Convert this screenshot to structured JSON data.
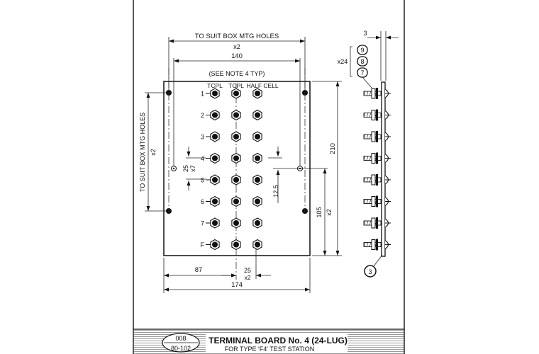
{
  "dims": {
    "top_holes_label": "TO SUIT BOX MTG HOLES",
    "top_holes_mult": "x2",
    "inner_140": "140",
    "see_note": "(SEE NOTE 4 TYP)",
    "left_holes_label": "TO SUIT BOX MTG HOLES",
    "left_holes_mult": "x2",
    "pitch_25": "25",
    "pitch_x7": "x7",
    "offset_12_5": "12.5",
    "height_210": "210",
    "height_105": "105",
    "height_105_mult": "x2",
    "bottom_87": "87",
    "bottom_25": "25",
    "bottom_25_mult": "x2",
    "width_174": "174",
    "side_3": "3",
    "side_x24": "x24"
  },
  "columns": [
    "TCPL",
    "TCPL",
    "HALF CELL"
  ],
  "rows": [
    "1",
    "2",
    "3",
    "4",
    "5",
    "6",
    "7",
    "F"
  ],
  "callouts": {
    "nut": "9",
    "washer": "8",
    "lug": "7",
    "board": "3"
  },
  "title_block": {
    "drawing_no": "008",
    "sheet_ref": "80-102",
    "title": "TERMINAL BOARD No. 4 (24-LUG)",
    "subtitle": "FOR TYPE 'F4' TEST STATION"
  }
}
